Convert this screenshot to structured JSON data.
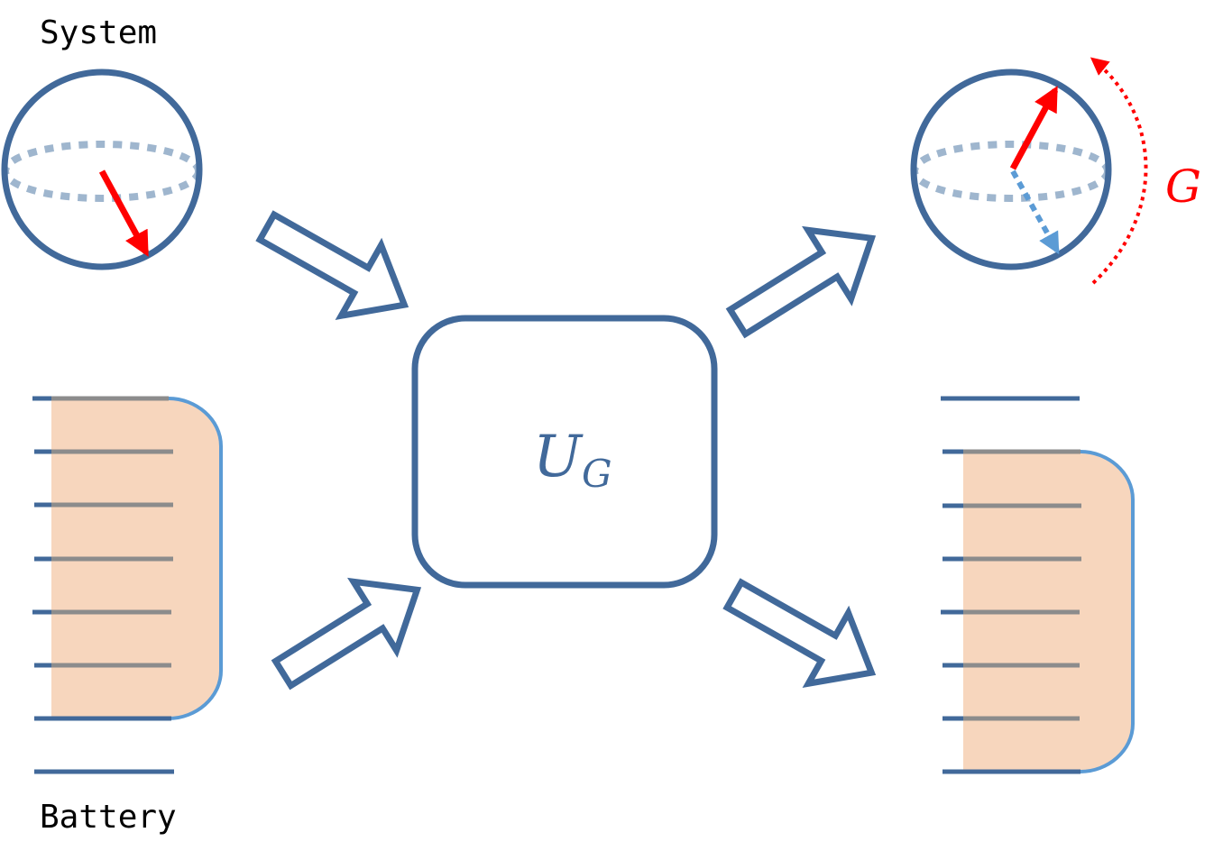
{
  "labels": {
    "system": "System",
    "battery": "Battery",
    "unitary_main": "U",
    "unitary_sub": "G",
    "rotation": "G"
  },
  "colors": {
    "outline": "#41699A",
    "red_arrow": "#FF0000",
    "dotted_blue": "#5B9BD5",
    "equator": "#9FB6CE",
    "battery_fill": "#F7D6BD",
    "battery_edge": "#5B9BD5",
    "level_line": "#41699A",
    "level_line_over_fill": "#8C8C8C"
  },
  "icons": [
    "bloch-sphere",
    "hollow-arrow",
    "energy-ladder",
    "rotation-arc"
  ]
}
